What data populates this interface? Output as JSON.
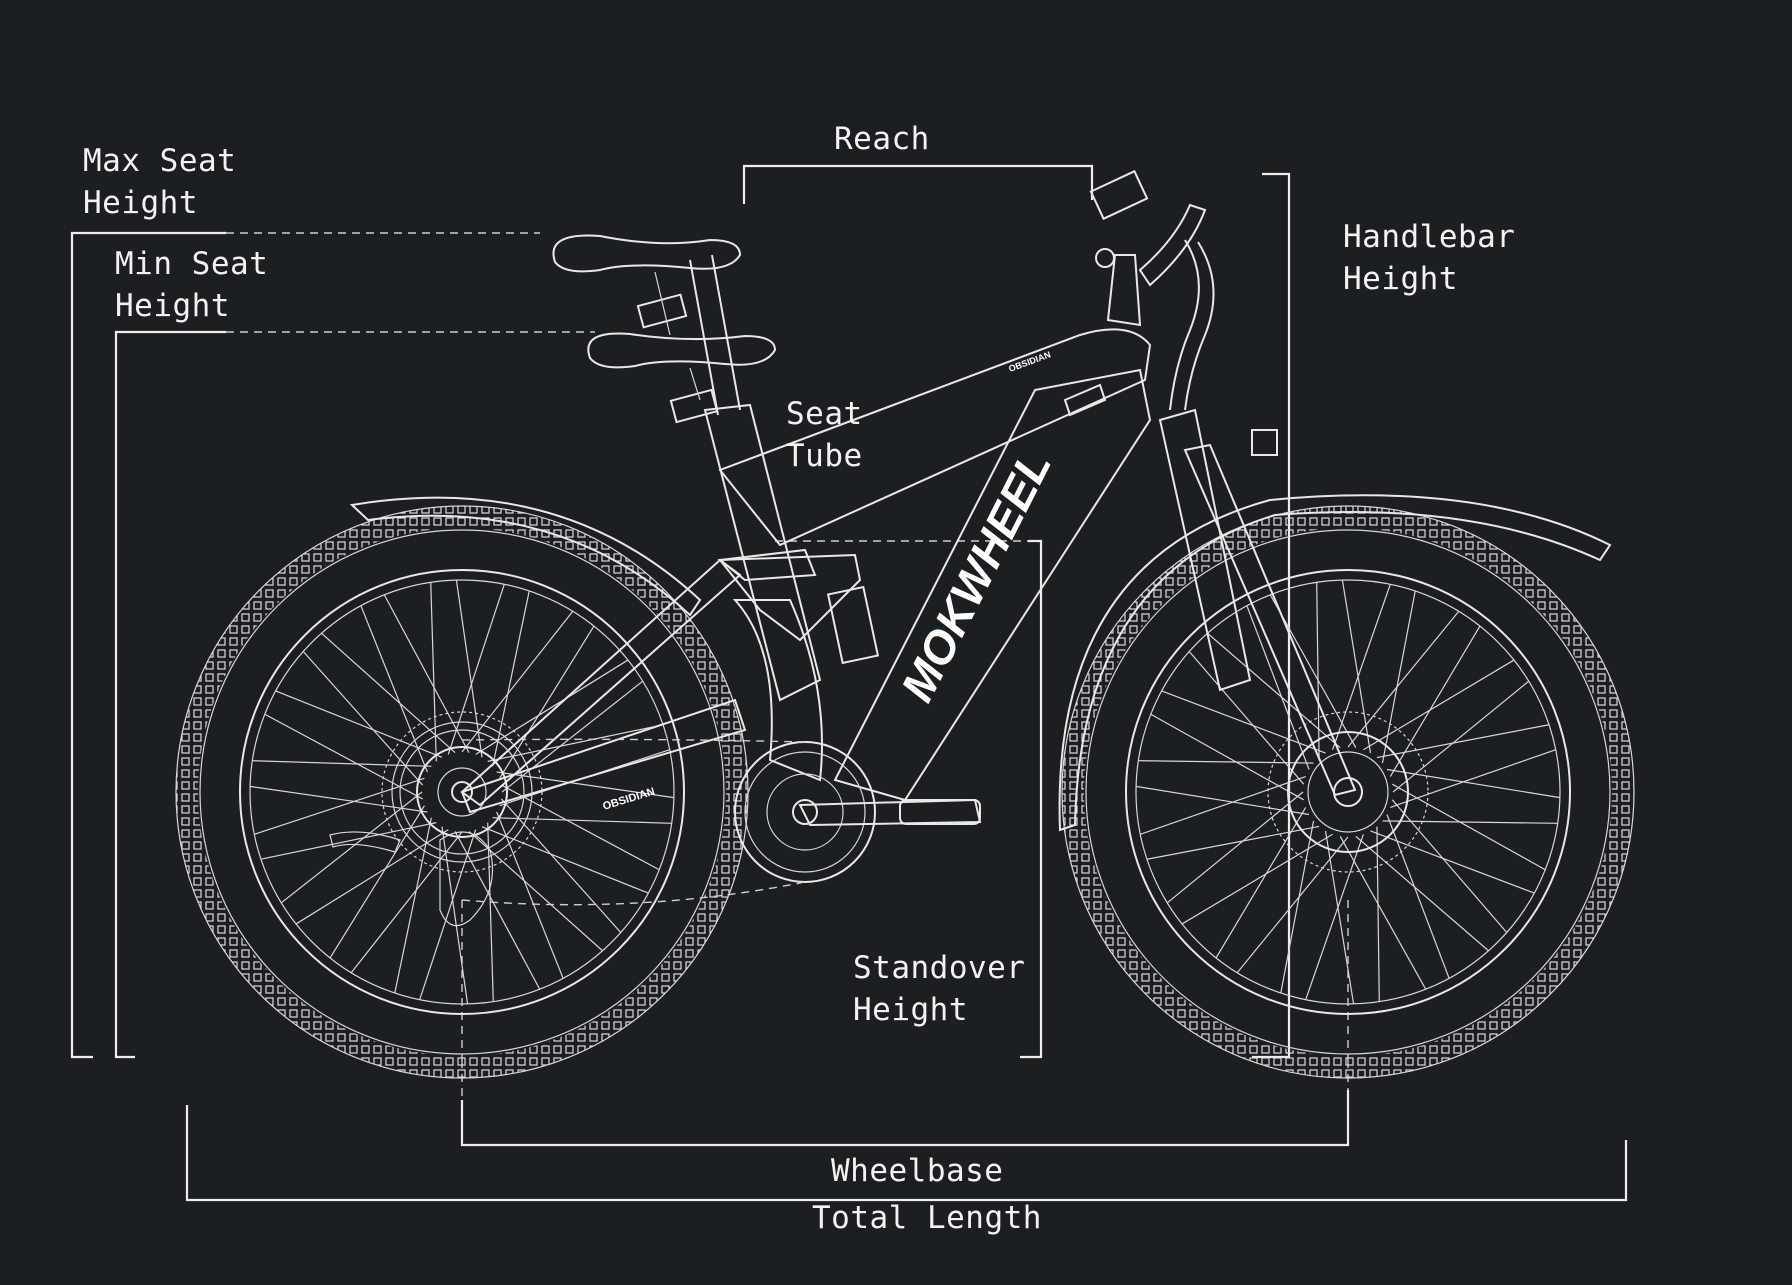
{
  "brand": "MOKWHEEL",
  "model": "OBSIDIAN",
  "labels": {
    "max_seat_height": "Max Seat\nHeight",
    "min_seat_height": "Min Seat\nHeight",
    "reach": "Reach",
    "seat_tube": "Seat\nTube",
    "handlebar_height": "Handlebar\nHeight",
    "standover_height": "Standover\nHeight",
    "wheelbase": "Wheelbase",
    "total_length": "Total Length"
  },
  "colors": {
    "background": "#1b1f21",
    "line": "#e8e8e8"
  }
}
